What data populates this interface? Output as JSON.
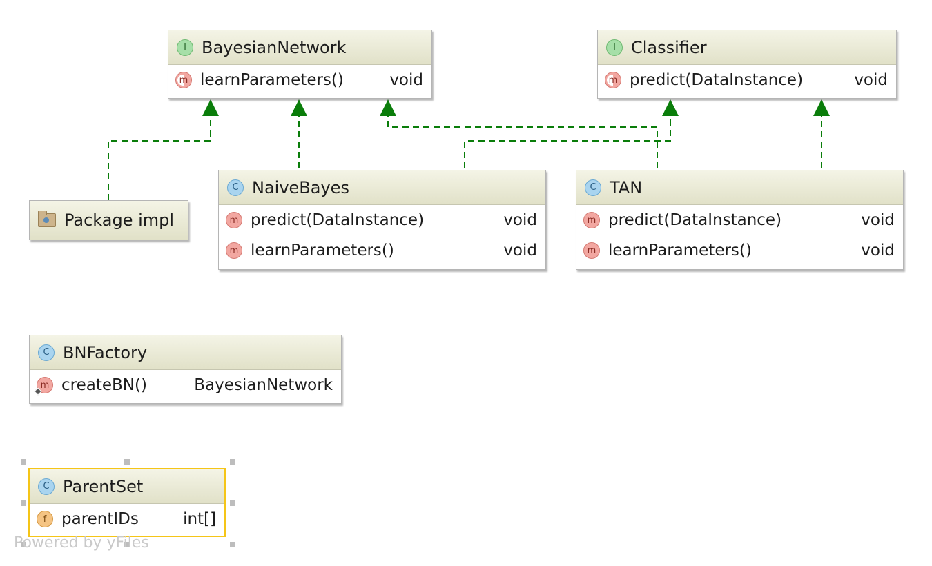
{
  "diagram": {
    "nodes": {
      "bayesian_network": {
        "kind": "interface",
        "badge_letter": "I",
        "title": "BayesianNetwork",
        "members": [
          {
            "kind": "abstract-method",
            "badge_letter": "m",
            "name": "learnParameters()",
            "type": "void"
          }
        ]
      },
      "classifier": {
        "kind": "interface",
        "badge_letter": "I",
        "title": "Classifier",
        "members": [
          {
            "kind": "abstract-method",
            "badge_letter": "m",
            "name": "predict(DataInstance)",
            "type": "void"
          }
        ]
      },
      "naive_bayes": {
        "kind": "class",
        "badge_letter": "C",
        "title": "NaiveBayes",
        "members": [
          {
            "kind": "method",
            "badge_letter": "m",
            "name": "predict(DataInstance)",
            "type": "void"
          },
          {
            "kind": "method",
            "badge_letter": "m",
            "name": "learnParameters()",
            "type": "void"
          }
        ]
      },
      "tan": {
        "kind": "class",
        "badge_letter": "C",
        "title": "TAN",
        "members": [
          {
            "kind": "method",
            "badge_letter": "m",
            "name": "predict(DataInstance)",
            "type": "void"
          },
          {
            "kind": "method",
            "badge_letter": "m",
            "name": "learnParameters()",
            "type": "void"
          }
        ]
      },
      "package_impl": {
        "kind": "package",
        "title": "Package impl"
      },
      "bn_factory": {
        "kind": "class",
        "badge_letter": "C",
        "title": "BNFactory",
        "members": [
          {
            "kind": "static-method",
            "badge_letter": "m",
            "name": "createBN()",
            "type": "BayesianNetwork"
          }
        ]
      },
      "parent_set": {
        "kind": "class",
        "badge_letter": "C",
        "title": "ParentSet",
        "selected": true,
        "members": [
          {
            "kind": "field",
            "badge_letter": "f",
            "name": "parentIDs",
            "type": "int[]"
          }
        ]
      }
    },
    "edges": [
      {
        "from": "Package impl",
        "to": "BayesianNetwork",
        "style": "dashed",
        "arrow": "realization"
      },
      {
        "from": "NaiveBayes",
        "to": "BayesianNetwork",
        "style": "dashed",
        "arrow": "realization"
      },
      {
        "from": "TAN",
        "to": "BayesianNetwork",
        "style": "dashed",
        "arrow": "realization"
      },
      {
        "from": "NaiveBayes",
        "to": "Classifier",
        "style": "dashed",
        "arrow": "realization"
      },
      {
        "from": "TAN",
        "to": "Classifier",
        "style": "dashed",
        "arrow": "realization"
      }
    ],
    "colors": {
      "edge": "#0a7d0a",
      "header_top": "#f4f4e6",
      "header_bottom": "#e1e1c8",
      "selection": "#f5c518"
    },
    "watermark": "Powered by yFiles"
  }
}
